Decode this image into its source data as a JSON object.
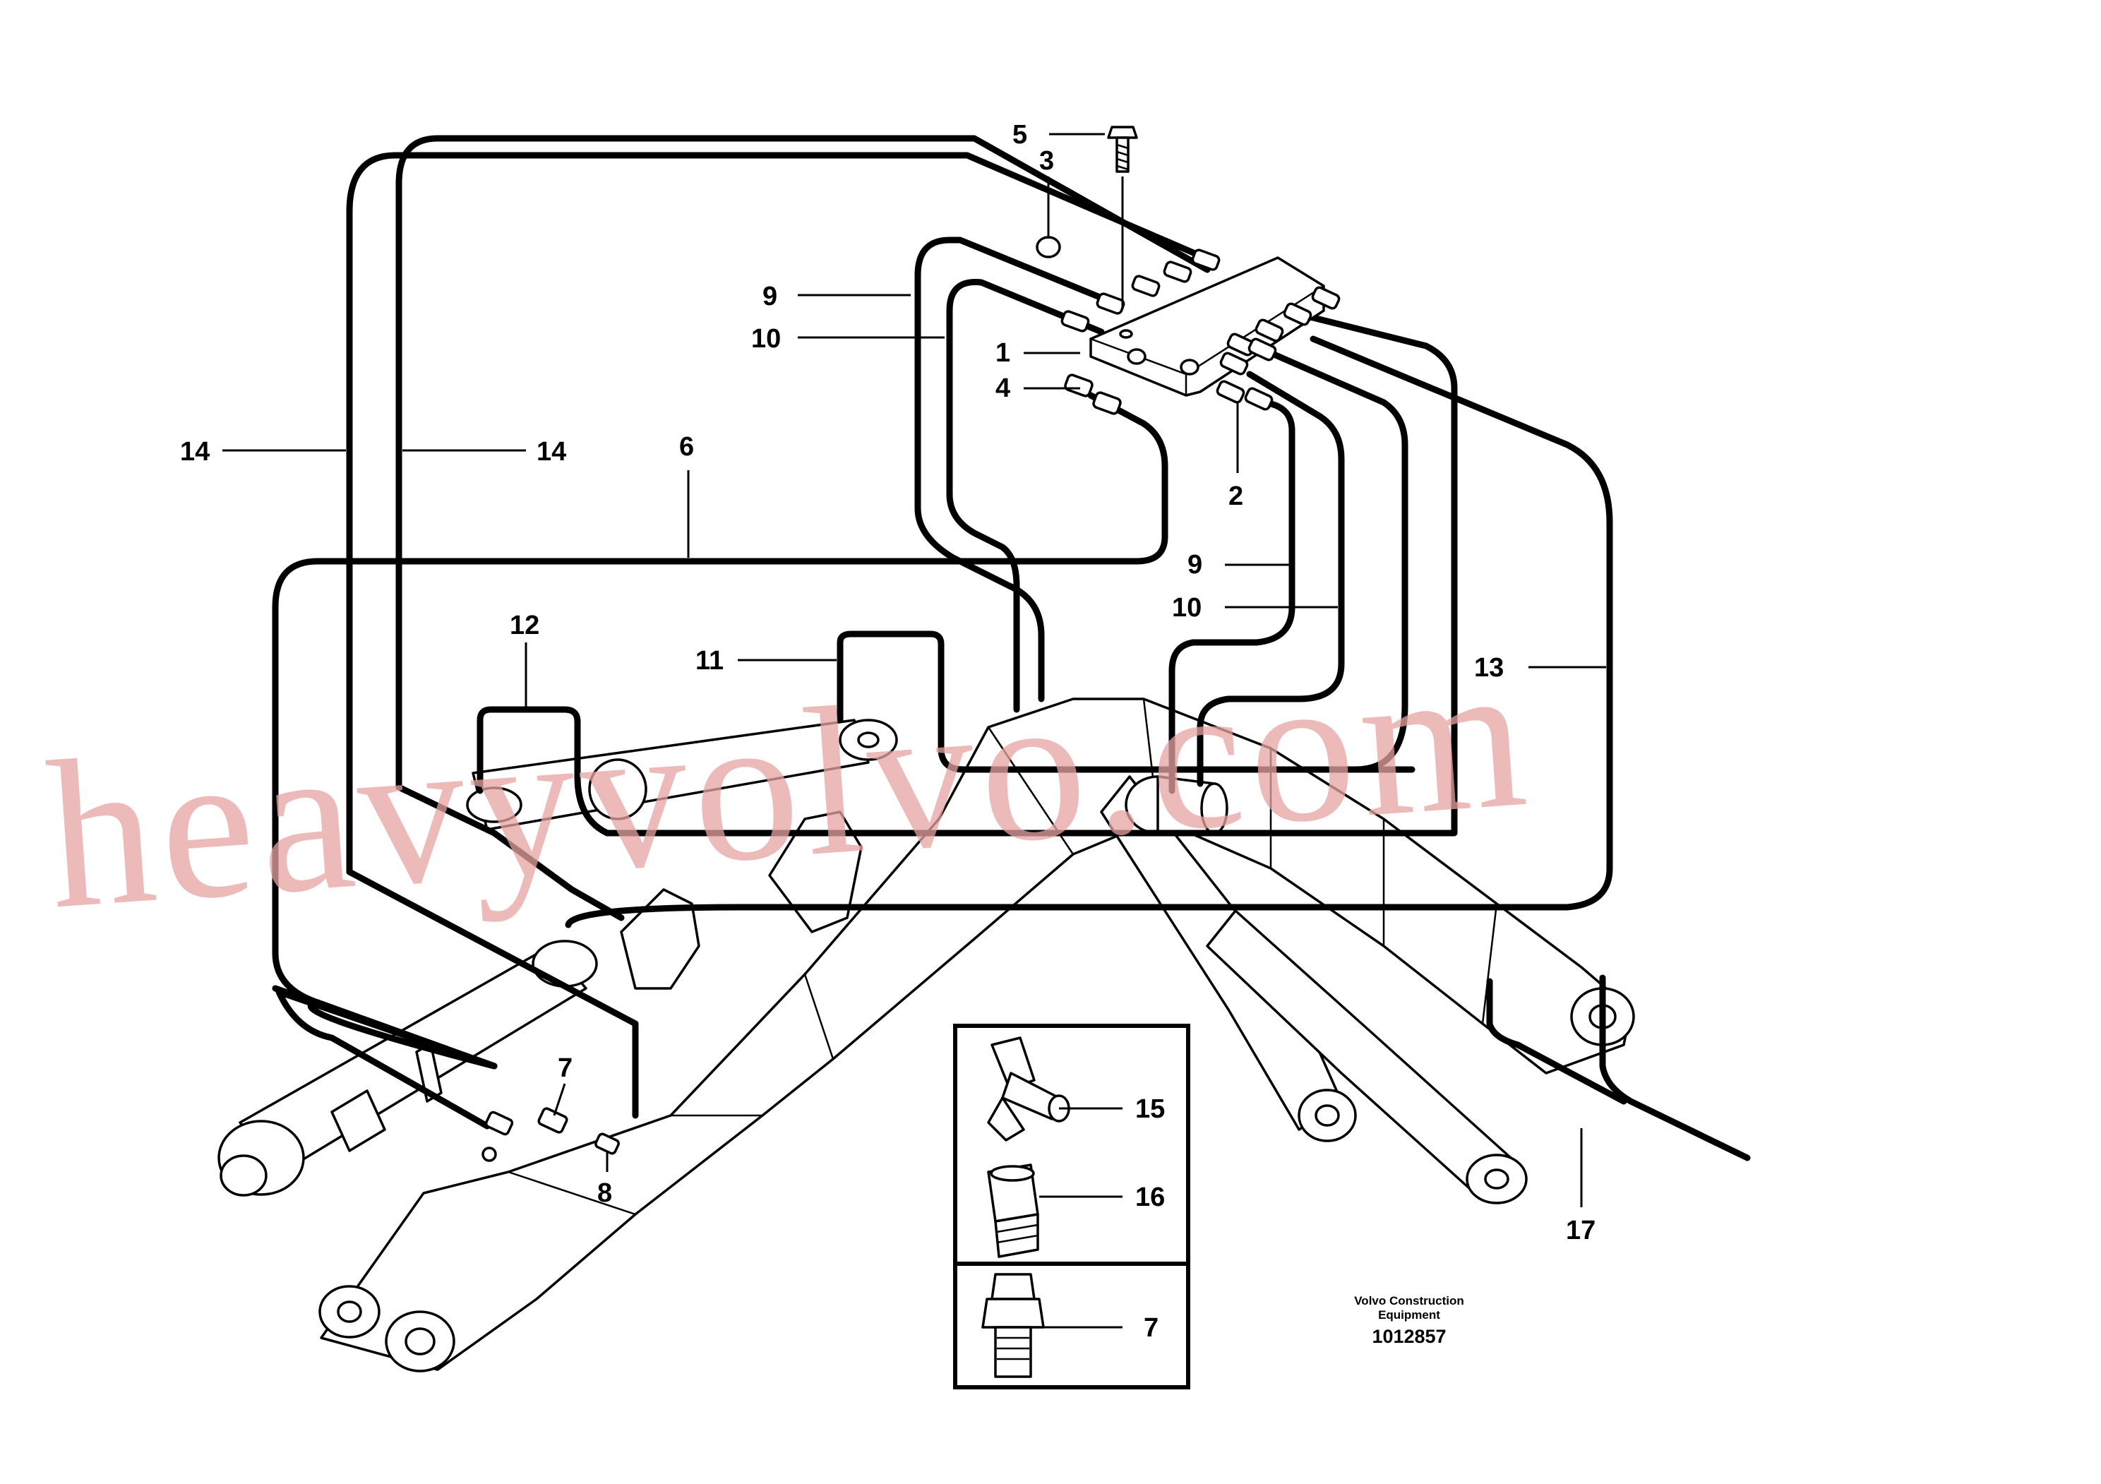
{
  "callouts": {
    "c1": "1",
    "c2": "2",
    "c3": "3",
    "c4": "4",
    "c5": "5",
    "c6": "6",
    "c7a": "7",
    "c7b": "7",
    "c8": "8",
    "c9a": "9",
    "c9b": "9",
    "c10a": "10",
    "c10b": "10",
    "c11": "11",
    "c12": "12",
    "c13": "13",
    "c14a": "14",
    "c14b": "14",
    "c15": "15",
    "c16": "16",
    "c17": "17"
  },
  "caption": {
    "line1": "Volvo Construction",
    "line2": "Equipment",
    "drawing_number": "1012857"
  },
  "watermark": "heavyvolvo.com"
}
